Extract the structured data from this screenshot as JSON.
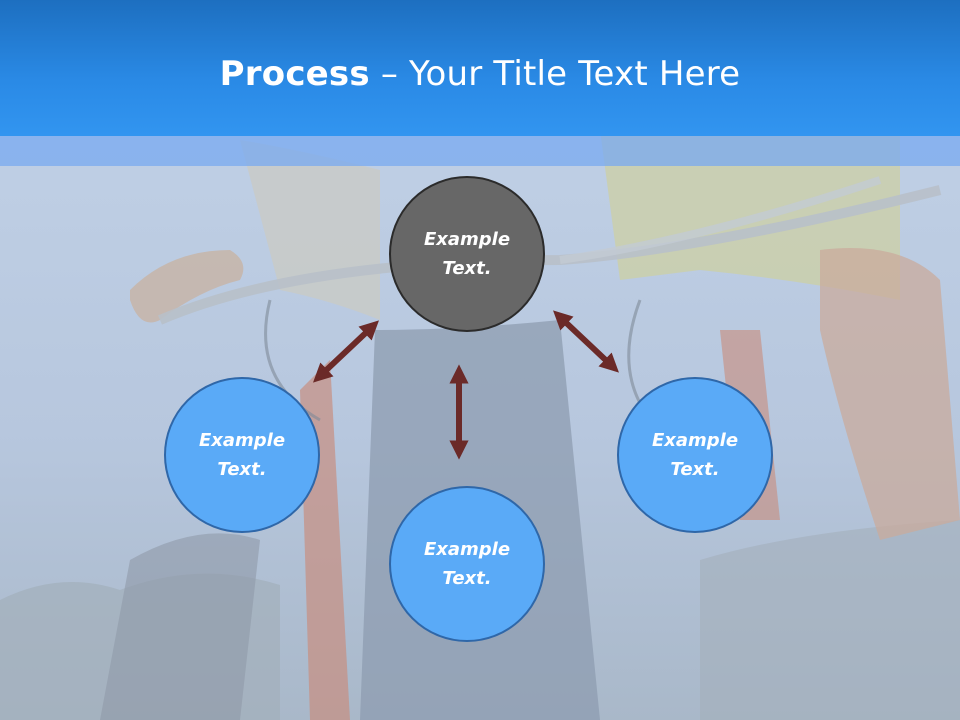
{
  "title": {
    "bold": "Process",
    "dash": " – ",
    "rest": "Your Title Text Here"
  },
  "nodes": {
    "center": "Example\nText.",
    "left": "Example\nText.",
    "right": "Example\nText.",
    "bottom": "Example\nText."
  },
  "colors": {
    "header": "#2a8ae6",
    "node_blue": "#5aaaf7",
    "node_gray": "#676767",
    "arrow": "#6b2a28"
  }
}
